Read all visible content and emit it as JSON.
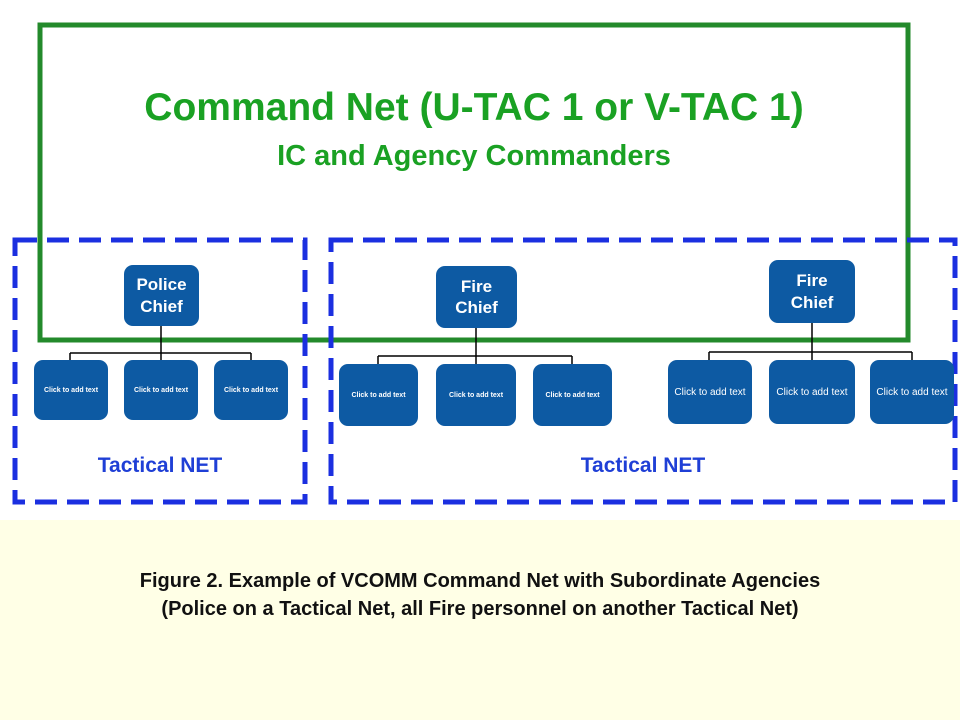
{
  "command_net": {
    "title": "Command Net (U-TAC 1 or V-TAC 1)",
    "subtitle": "IC and Agency Commanders"
  },
  "tactical_nets": [
    {
      "label": "Tactical NET",
      "chief": "Police\nChief",
      "subordinates": [
        "Click to add text",
        "Click to add text",
        "Click to add text"
      ]
    },
    {
      "label": "Tactical NET",
      "groups": [
        {
          "chief": "Fire\nChief",
          "subordinates": [
            "Click to add text",
            "Click to add text",
            "Click to add text"
          ]
        },
        {
          "chief": "Fire\nChief",
          "subordinates": [
            "Click to add text",
            "Click to add text",
            "Click to add text"
          ]
        }
      ]
    }
  ],
  "caption": {
    "line1": "Figure 2.  Example of VCOMM Command Net with Subordinate Agencies",
    "line2": "(Police on a Tactical Net, all Fire personnel on another Tactical Net)"
  },
  "colors": {
    "command_net_border": "#238a2b",
    "command_net_text": "#1aa123",
    "tactical_border": "#1b2fe0",
    "tactical_text": "#1f3fd6",
    "box_fill": "#0d5aa3",
    "caption_background": "#ffffe6"
  }
}
